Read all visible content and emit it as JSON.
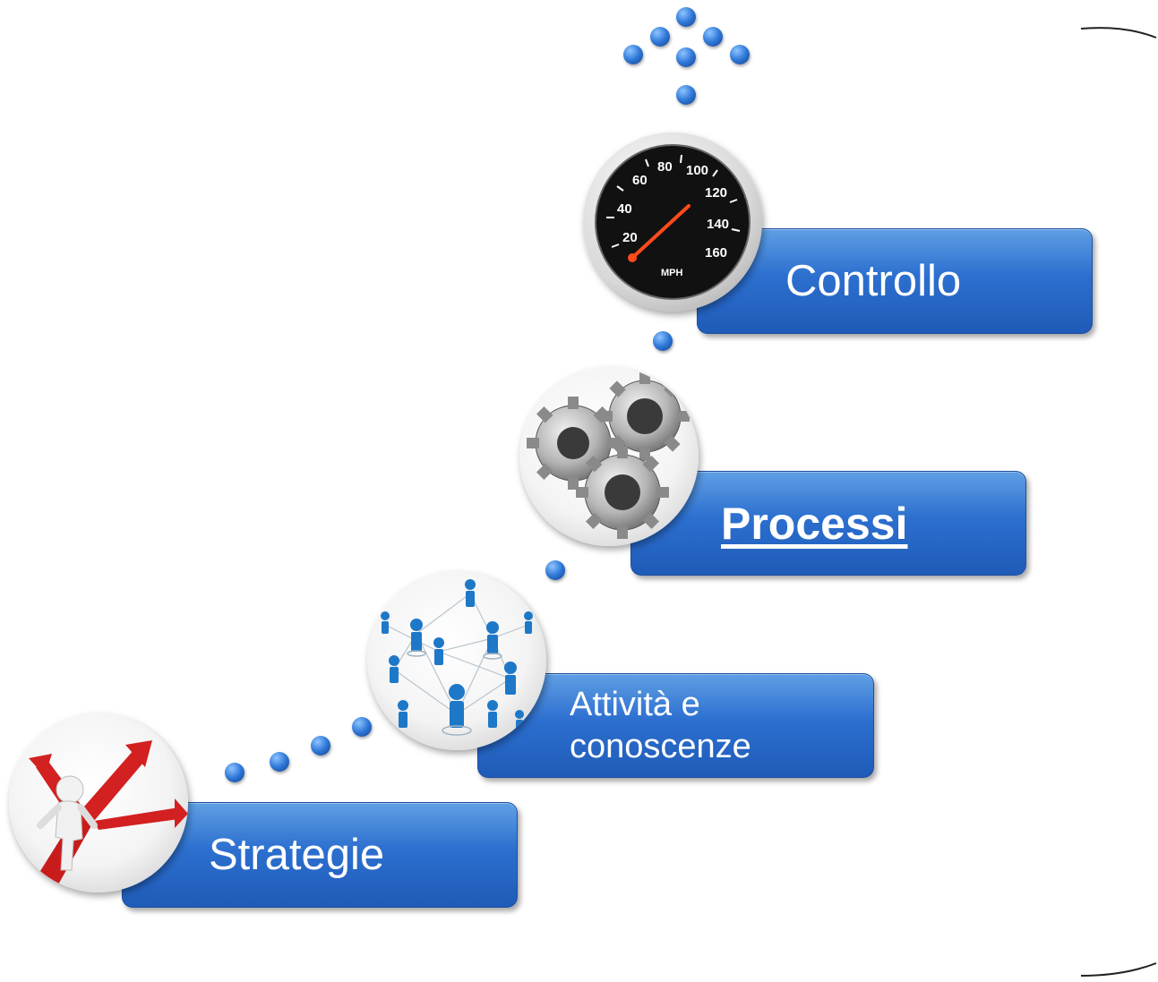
{
  "steps": [
    {
      "label": "Strategie",
      "image": "person-arrows-icon"
    },
    {
      "label": "Attività e conoscenze",
      "label_line1": "Attività e",
      "label_line2": "conoscenze",
      "image": "people-network-icon"
    },
    {
      "label": "Processi",
      "image": "gears-icon"
    },
    {
      "label": "Controllo",
      "image": "speedometer-icon"
    }
  ],
  "speedometer": {
    "ticks": [
      "20",
      "40",
      "60",
      "80",
      "100",
      "120",
      "140",
      "160"
    ],
    "unit": "MPH"
  },
  "colors": {
    "box_top": "#5f9fe4",
    "box_bottom": "#1f5bb8",
    "dot": "#2f78d8",
    "arrow_red": "#d32020"
  }
}
